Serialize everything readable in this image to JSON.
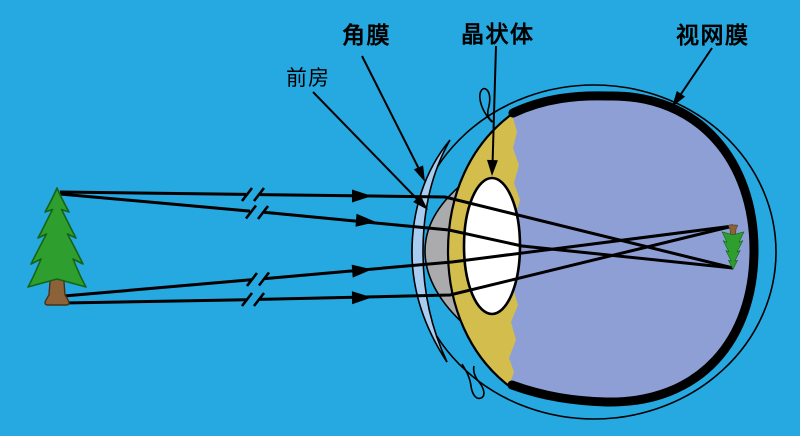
{
  "diagram": {
    "labels": {
      "cornea": "角膜",
      "anterior_chamber": "前房",
      "lens": "晶状体",
      "retina": "视网膜"
    }
  },
  "colors": {
    "background": "#25a9e0",
    "vitreous": "#8e9fd5",
    "ciliary_yellow": "#d3bd4d",
    "anterior_gray": "#ababad",
    "cornea_blue": "#a9cdf0",
    "lens_white": "#ffffff",
    "tree_green": "#2e9f2e",
    "tree_green_dark": "#156315",
    "trunk_brown": "#8c6239",
    "trunk_brown_dark": "#4a2f17",
    "outline": "#000000"
  }
}
